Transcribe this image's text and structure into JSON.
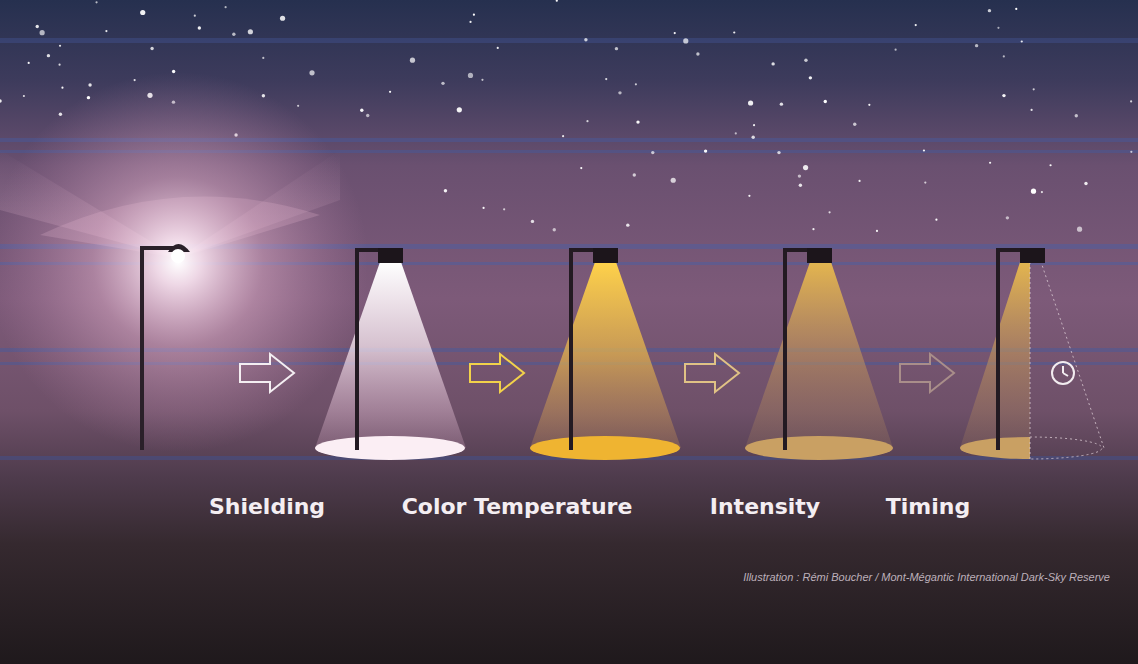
{
  "diagram": {
    "labels": [
      "Shielding",
      "Color Temperature",
      "Intensity",
      "Timing",
      "Illustration : Rémi Boucher / Mont-Mégantic International Dark-Sky Reserve"
    ]
  }
}
